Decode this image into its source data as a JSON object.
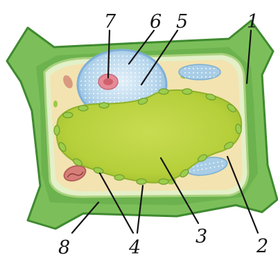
{
  "labels": {
    "l1": "1",
    "l2": "2",
    "l3": "3",
    "l4": "4",
    "l5": "5",
    "l6": "6",
    "l7": "7",
    "l8": "8"
  },
  "colors": {
    "cell_wall": "#7cbf5a",
    "cell_wall_dark": "#4f9a3a",
    "membrane": "#d8ecc4",
    "cytoplasm": "#f3e3b0",
    "vacuole": "#b8d23c",
    "vacuole_edge": "#8fb22a",
    "nucleus": "#b7d6ec",
    "nucleus_edge": "#7fb0d8",
    "nucleolus": "#e58a96",
    "chloroplast": "#9cc84a",
    "mitochondria": "#d88a78",
    "leader_lines": "#141414"
  }
}
